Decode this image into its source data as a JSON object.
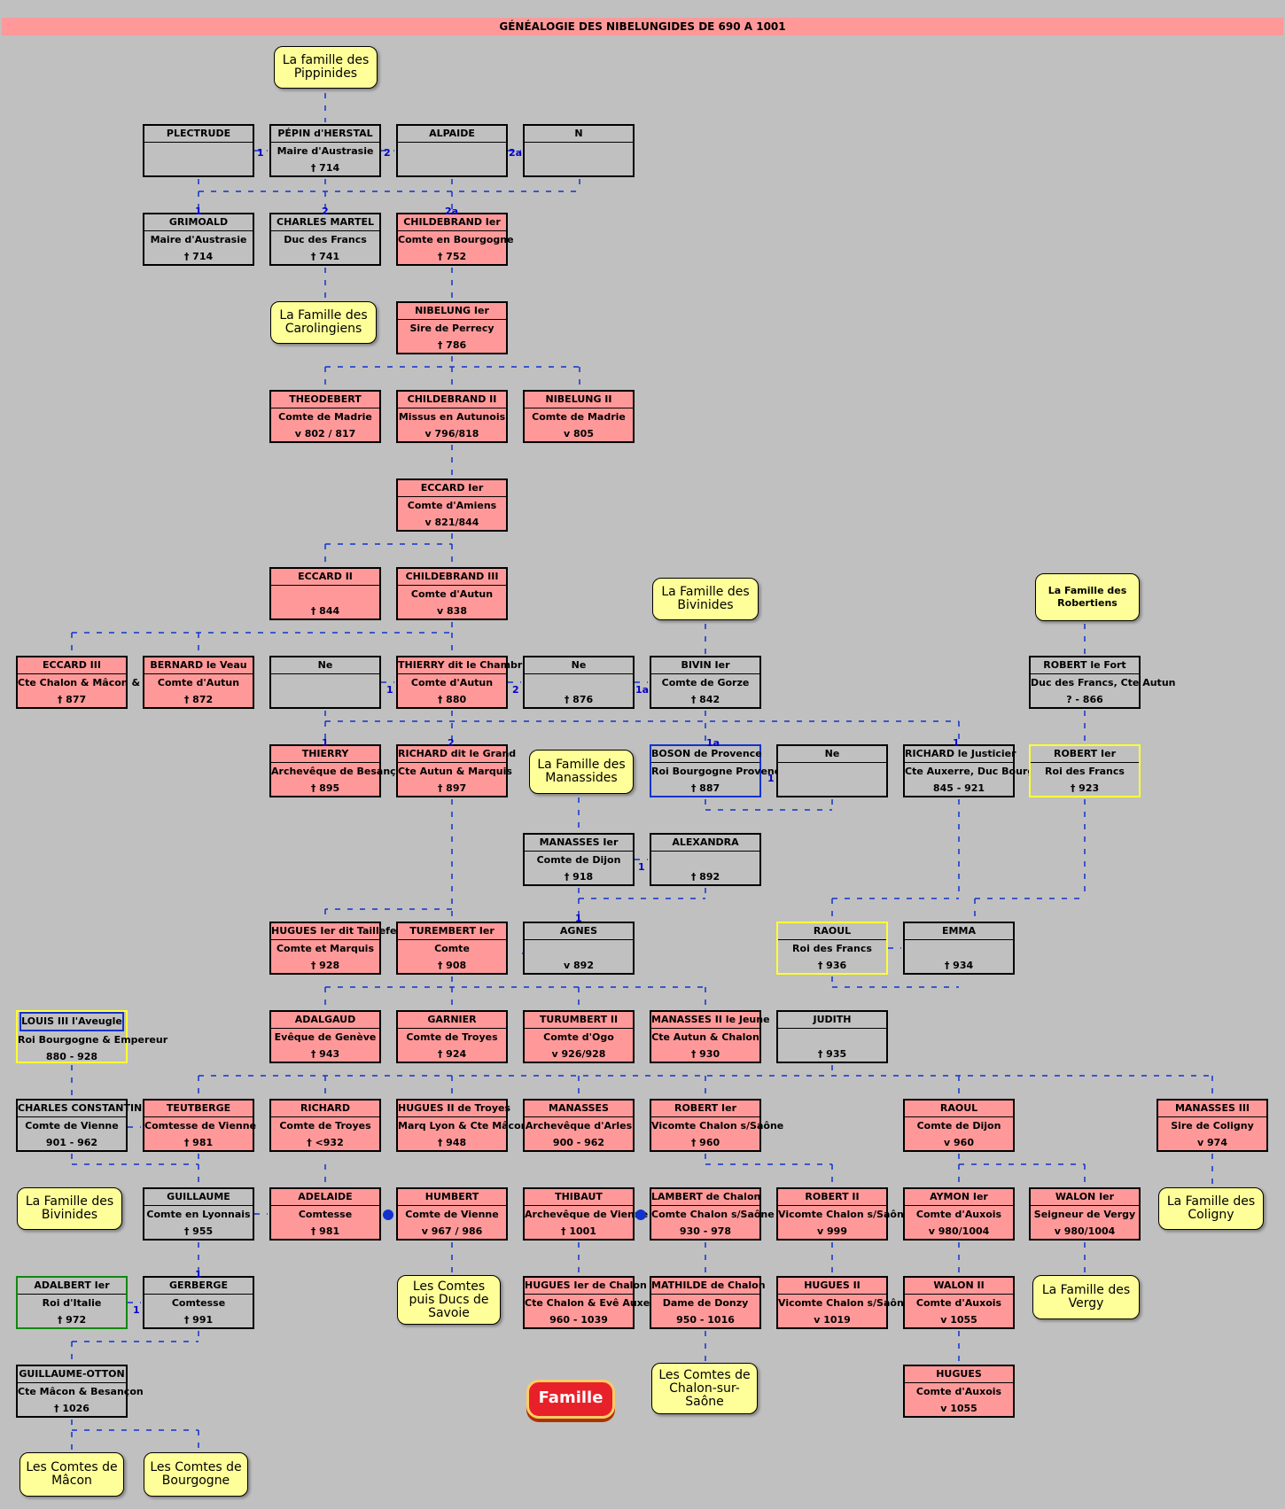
{
  "title": "GÉNÉALOGIE DES NIBELUNGIDES DE 690 A 1001",
  "button": {
    "label": "Famille"
  },
  "colors": {
    "background": "#c0c0c0",
    "highlight": "#ff9999",
    "family_box": "#ffff99",
    "link_line": "#1133cc"
  },
  "families": [
    {
      "l1": "La famille des",
      "l2": "Pippinides",
      "l3": ""
    },
    {
      "l1": "La Famille des",
      "l2": "Carolingiens",
      "l3": ""
    },
    {
      "l1": "La Famille des",
      "l2": "Bivinides",
      "l3": ""
    },
    {
      "l1": "La Famille des",
      "l2": "Robertiens",
      "l3": ""
    },
    {
      "l1": "La Famille des",
      "l2": "Manassides",
      "l3": ""
    },
    {
      "l1": "La Famille des",
      "l2": "Bivinides",
      "l3": ""
    },
    {
      "l1": "La Famille des",
      "l2": "Coligny",
      "l3": ""
    },
    {
      "l1": "Les Comtes",
      "l2": "puis Ducs de",
      "l3": "Savoie"
    },
    {
      "l1": "La Famille des",
      "l2": "Vergy",
      "l3": ""
    },
    {
      "l1": "Les Comtes de",
      "l2": "Chalon-sur-",
      "l3": "Saône"
    },
    {
      "l1": "Les Comtes de",
      "l2": "Mâcon",
      "l3": ""
    },
    {
      "l1": "Les Comtes de",
      "l2": "Bourgogne",
      "l3": ""
    }
  ],
  "persons": [
    {
      "name": "PLECTRUDE",
      "title": "",
      "dates": ""
    },
    {
      "name": "PÉPIN d'HERSTAL",
      "title": "Maire d'Austrasie",
      "dates": "† 714"
    },
    {
      "name": "ALPAIDE",
      "title": "",
      "dates": ""
    },
    {
      "name": "N",
      "title": "",
      "dates": ""
    },
    {
      "name": "GRIMOALD",
      "title": "Maire d'Austrasie",
      "dates": "† 714"
    },
    {
      "name": "CHARLES MARTEL",
      "title": "Duc des Francs",
      "dates": "† 741"
    },
    {
      "name": "CHILDEBRAND Ier",
      "title": "Comte en Bourgogne",
      "dates": "† 752"
    },
    {
      "name": "NIBELUNG Ier",
      "title": "Sire de Perrecy",
      "dates": "† 786"
    },
    {
      "name": "THEODEBERT",
      "title": "Comte de Madrie",
      "dates": "v 802 / 817"
    },
    {
      "name": "CHILDEBRAND II",
      "title": "Missus en Autunois",
      "dates": "v 796/818"
    },
    {
      "name": "NIBELUNG II",
      "title": "Comte de Madrie",
      "dates": "v 805"
    },
    {
      "name": "ECCARD Ier",
      "title": "Comte d'Amiens",
      "dates": "v 821/844"
    },
    {
      "name": "ECCARD II",
      "title": "",
      "dates": "† 844"
    },
    {
      "name": "CHILDEBRAND III",
      "title": "Comte d'Autun",
      "dates": "v 838"
    },
    {
      "name": "ECCARD III",
      "title": "Cte Chalon & Mâcon & Autun",
      "dates": "† 877"
    },
    {
      "name": "BERNARD le Veau",
      "title": "Comte d'Autun",
      "dates": "† 872"
    },
    {
      "name": "Ne",
      "title": "",
      "dates": ""
    },
    {
      "name": "THIERRY dit le Chambrier",
      "title": "Comte d'Autun",
      "dates": "† 880"
    },
    {
      "name": "Ne",
      "title": "",
      "dates": "† 876"
    },
    {
      "name": "BIVIN Ier",
      "title": "Comte de Gorze",
      "dates": "† 842"
    },
    {
      "name": "ROBERT le Fort",
      "title": "Duc des Francs, Cte Autun",
      "dates": "? - 866"
    },
    {
      "name": "THIERRY",
      "title": "Archevêque de Besançon",
      "dates": "† 895"
    },
    {
      "name": "RICHARD dit le Grand",
      "title": "Cte Autun & Marquis",
      "dates": "† 897"
    },
    {
      "name": "BOSON de Provence",
      "title": "Roi Bourgogne Provence",
      "dates": "† 887"
    },
    {
      "name": "Ne",
      "title": "",
      "dates": ""
    },
    {
      "name": "RICHARD le Justicier",
      "title": "Cte Auxerre, Duc Bourgogne",
      "dates": "845 - 921"
    },
    {
      "name": "ROBERT Ier",
      "title": "Roi des Francs",
      "dates": "† 923"
    },
    {
      "name": "MANASSES Ier",
      "title": "Comte de Dijon",
      "dates": "† 918"
    },
    {
      "name": "ALEXANDRA",
      "title": "",
      "dates": "† 892"
    },
    {
      "name": "HUGUES Ier dit Taillefer",
      "title": "Comte et Marquis",
      "dates": "† 928"
    },
    {
      "name": "TUREMBERT Ier",
      "title": "Comte",
      "dates": "† 908"
    },
    {
      "name": "AGNES",
      "title": "",
      "dates": "v 892"
    },
    {
      "name": "RAOUL",
      "title": "Roi des Francs",
      "dates": "† 936"
    },
    {
      "name": "EMMA",
      "title": "",
      "dates": "† 934"
    },
    {
      "name": "LOUIS III l'Aveugle",
      "title": "Roi Bourgogne & Empereur",
      "dates": "880 - 928"
    },
    {
      "name": "ADALGAUD",
      "title": "Evêque de Genève",
      "dates": "† 943"
    },
    {
      "name": "GARNIER",
      "title": "Comte de Troyes",
      "dates": "† 924"
    },
    {
      "name": "TURUMBERT II",
      "title": "Comte d'Ogo",
      "dates": "v 926/928"
    },
    {
      "name": "MANASSES II le Jeune",
      "title": "Cte Autun & Chalon",
      "dates": "† 930"
    },
    {
      "name": "JUDITH",
      "title": "",
      "dates": "† 935"
    },
    {
      "name": "CHARLES CONSTANTIN",
      "title": "Comte de Vienne",
      "dates": "901 - 962"
    },
    {
      "name": "TEUTBERGE",
      "title": "Comtesse de Vienne",
      "dates": "† 981"
    },
    {
      "name": "RICHARD",
      "title": "Comte de Troyes",
      "dates": "† <932"
    },
    {
      "name": "HUGUES II de Troyes",
      "title": "Marq Lyon & Cte Mâcon",
      "dates": "† 948"
    },
    {
      "name": "MANASSES",
      "title": "Archevêque d'Arles",
      "dates": "900 - 962"
    },
    {
      "name": "ROBERT Ier",
      "title": "Vicomte Chalon s/Saône",
      "dates": "† 960"
    },
    {
      "name": "RAOUL",
      "title": "Comte  de Dijon",
      "dates": "v 960"
    },
    {
      "name": "MANASSES III",
      "title": "Sire de Coligny",
      "dates": "v 974"
    },
    {
      "name": "GUILLAUME",
      "title": "Comte en Lyonnais",
      "dates": "† 955"
    },
    {
      "name": "ADELAIDE",
      "title": "Comtesse",
      "dates": "† 981"
    },
    {
      "name": "HUMBERT",
      "title": "Comte de Vienne",
      "dates": "v 967 / 986"
    },
    {
      "name": "THIBAUT",
      "title": "Archevêque de Vienne",
      "dates": "† 1001"
    },
    {
      "name": "LAMBERT de Chalon",
      "title": "Comte Chalon s/Saône",
      "dates": "930 - 978"
    },
    {
      "name": "ROBERT II",
      "title": "Vicomte Chalon s/Saône",
      "dates": "v 999"
    },
    {
      "name": "AYMON Ier",
      "title": "Comte d'Auxois",
      "dates": "v 980/1004"
    },
    {
      "name": "WALON Ier",
      "title": "Seigneur de Vergy",
      "dates": "v 980/1004"
    },
    {
      "name": "ADALBERT Ier",
      "title": "Roi d'Italie",
      "dates": "† 972"
    },
    {
      "name": "GERBERGE",
      "title": "Comtesse",
      "dates": "† 991"
    },
    {
      "name": "HUGUES Ier de Chalon",
      "title": "Cte Chalon & Evê Auxerre",
      "dates": "960 - 1039"
    },
    {
      "name": "MATHILDE de Chalon",
      "title": "Dame de Donzy",
      "dates": "950 - 1016"
    },
    {
      "name": "HUGUES II",
      "title": "Vicomte Chalon s/Saône",
      "dates": "v 1019"
    },
    {
      "name": "WALON II",
      "title": "Comte d'Auxois",
      "dates": "v 1055"
    },
    {
      "name": "GUILLAUME-OTTON",
      "title": "Cte Mâcon & Besançon",
      "dates": "† 1026"
    },
    {
      "name": "HUGUES",
      "title": "Comte d'Auxois",
      "dates": "v 1055"
    }
  ],
  "labels": [
    "1",
    "2",
    "2a",
    "1",
    "2",
    "2a",
    "1",
    "2",
    "1a",
    "1",
    "2",
    "1a",
    "1",
    "1",
    "1",
    "1",
    "1",
    "1"
  ]
}
